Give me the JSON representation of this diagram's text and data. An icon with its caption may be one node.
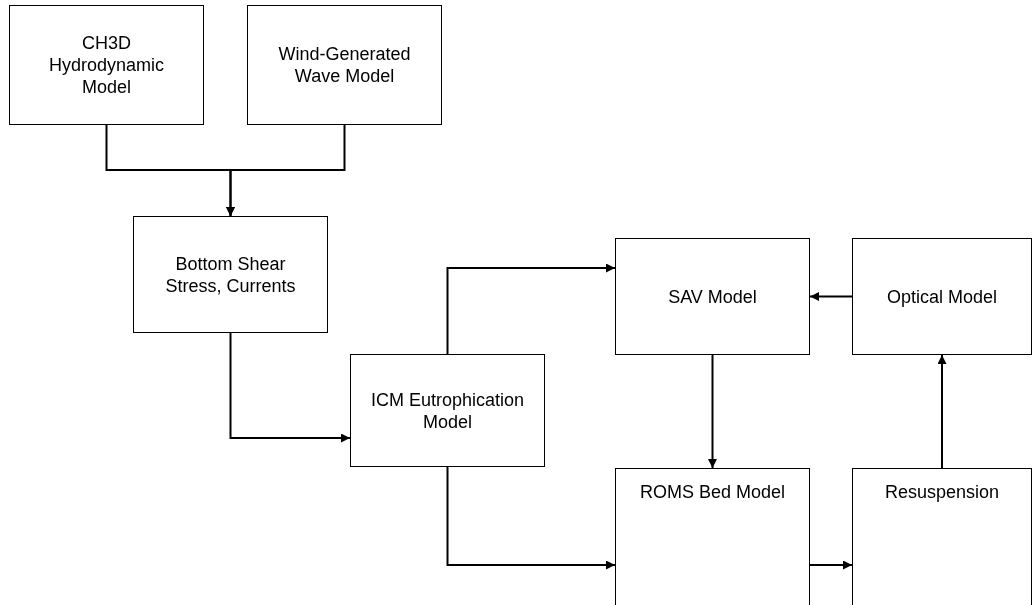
{
  "diagram": {
    "nodes": [
      {
        "text": [
          "CH3D Hydrodynamic Model"
        ]
      },
      {
        "text": [
          "Wind-Generated Wave Model"
        ]
      },
      {
        "text": [
          "Bottom Shear Stress, Currents"
        ]
      },
      {
        "text": [
          "ICM Eutrophication Model"
        ]
      },
      {
        "text": [
          "SAV Model"
        ]
      },
      {
        "text": [
          "Optical Model"
        ]
      },
      {
        "text": [
          "ROMS Bed Model"
        ]
      },
      {
        "text": [
          "Resuspension"
        ]
      }
    ],
    "edges": [
      {
        "from": 0,
        "to": 2,
        "arrow": "to"
      },
      {
        "from": 1,
        "to": 2,
        "arrow": "to"
      },
      {
        "from": 2,
        "to": 3,
        "arrow": "to"
      },
      {
        "from": 3,
        "to": 4,
        "arrow": "to"
      },
      {
        "from": 3,
        "to": 6,
        "arrow": "to"
      },
      {
        "from": 4,
        "to": 6,
        "arrow": "to"
      },
      {
        "from": 5,
        "to": 4,
        "arrow": "to"
      },
      {
        "from": 6,
        "to": 7,
        "arrow": "to"
      },
      {
        "from": 7,
        "to": 5,
        "arrow": "to"
      }
    ]
  }
}
